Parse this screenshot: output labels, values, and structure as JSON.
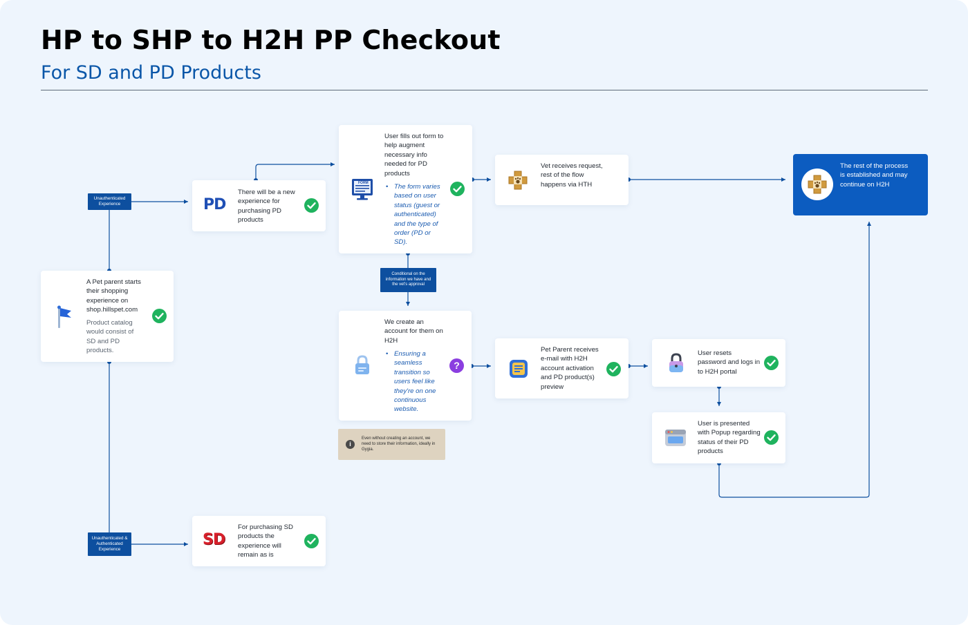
{
  "header": {
    "title": "HP to SHP to H2H PP Checkout",
    "subtitle": "For SD and PD Products"
  },
  "tags": {
    "unauth": "Unauthenticated Experience",
    "unauth_auth": "Unauthenticated & Authenticated Experience",
    "conditional": "Conditional on the information we have and the vet's approval"
  },
  "cards": {
    "start": {
      "text": "A Pet parent starts their shopping experience on shop.hillspet.com",
      "note": "Product catalog would consist of SD and PD products.",
      "status": "check",
      "icon": "flag-icon"
    },
    "pd": {
      "logo": "PD",
      "text": "There will be a new experience for purchasing PD products",
      "status": "check"
    },
    "sd": {
      "logo": "SD",
      "text": "For purchasing SD products the experience will remain as is",
      "status": "check"
    },
    "form": {
      "icon_label": "FORM",
      "text": "User fills out form to help augment necessary info needed for PD products",
      "bullet": "The form varies based on user status (guest or authenticated) and the type of order (PD or SD).",
      "status": "check"
    },
    "vet": {
      "text": "Vet receives request, rest of the flow happens via HTH",
      "icon": "vet-clinic-icon"
    },
    "account": {
      "text": "We create an account for them on H2H",
      "bullet": "Ensuring a seamless transition so users feel like they're on one continuous website.",
      "status": "question",
      "icon": "lock-icon"
    },
    "email": {
      "text": "Pet Parent receives e-mail with H2H account activation and PD product(s) preview",
      "status": "check",
      "icon": "mail-icon"
    },
    "reset": {
      "text": "User resets password and logs in to H2H portal",
      "status": "check",
      "icon": "padlock-icon"
    },
    "popup": {
      "text": "User is presented with Popup regarding status of their PD products",
      "status": "check",
      "icon": "popup-window-icon"
    },
    "final": {
      "text": "The rest of the process is established and may continue on H2H",
      "icon": "vet-clinic-icon"
    }
  },
  "note": {
    "text": "Even without creating an account, we need to store their information, ideally in Gygia.",
    "icon": "info-icon"
  },
  "colors": {
    "accent": "#0c5cc0",
    "tag": "#0d4f9f",
    "check": "#1fb35e",
    "question": "#8b3ee0",
    "background": "#eef5fd"
  }
}
